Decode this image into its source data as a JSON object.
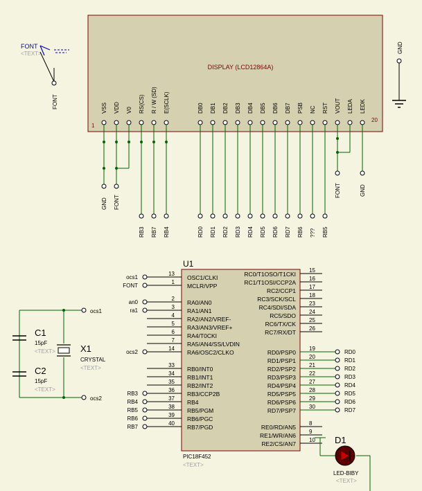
{
  "lcd": {
    "title": "DISPLAY (LCD12864A)",
    "pin_first": "1",
    "pin_last": "20",
    "pins": [
      "VSS",
      "VDD",
      "V0",
      "RS(CS)",
      "R / W (SD)",
      "E(SCLK)",
      "DB0",
      "DB1",
      "DB2",
      "DB3",
      "DB4",
      "DB5",
      "DB6",
      "DB7",
      "PSB",
      "NC",
      "RST",
      "VOUT",
      "LEDA",
      "LEDK"
    ],
    "nets_left": [
      "GND",
      "FONT"
    ],
    "nets_mid": [
      "RB3",
      "RB7",
      "RB4"
    ],
    "nets_data": [
      "RD0",
      "RD1",
      "RD2",
      "RD3",
      "RD4",
      "RD5",
      "RD6",
      "RD7",
      "RB6",
      "???",
      "RB5"
    ],
    "net_vout": "FONT",
    "net_ledk": "GND"
  },
  "font_terminal": {
    "label": "FONT",
    "text": "<TEXT>",
    "pin_label": "FONT"
  },
  "gnd_terminal": {
    "label": "GND"
  },
  "mcu": {
    "ref": "U1",
    "part": "PIC18F452",
    "text": "<TEXT>",
    "left_pins": [
      {
        "num": "13",
        "name": "OSC1/CLKI",
        "net": "ocs1"
      },
      {
        "num": "1",
        "name": "MCLR/VPP",
        "net": "FONT"
      },
      {
        "num": "2",
        "name": "RA0/AN0",
        "net": "an0"
      },
      {
        "num": "3",
        "name": "RA1/AN1",
        "net": "ra1"
      },
      {
        "num": "4",
        "name": "RA2/AN2/VREF-",
        "net": ""
      },
      {
        "num": "5",
        "name": "RA3/AN3/VREF+",
        "net": ""
      },
      {
        "num": "6",
        "name": "RA4/T0CKI",
        "net": ""
      },
      {
        "num": "7",
        "name": "RA5/AN4/SS/LVDIN",
        "net": ""
      },
      {
        "num": "14",
        "name": "RA6/OSC2/CLKO",
        "net": "ocs2"
      },
      {
        "num": "33",
        "name": "RB0/INT0",
        "net": ""
      },
      {
        "num": "34",
        "name": "RB1/INT1",
        "net": ""
      },
      {
        "num": "35",
        "name": "RB2/INT2",
        "net": ""
      },
      {
        "num": "36",
        "name": "RB3/CCP2B",
        "net": "RB3"
      },
      {
        "num": "37",
        "name": "RB4",
        "net": "RB4"
      },
      {
        "num": "38",
        "name": "RB5/PGM",
        "net": "RB5"
      },
      {
        "num": "39",
        "name": "RB6/PGC",
        "net": "RB6"
      },
      {
        "num": "40",
        "name": "RB7/PGD",
        "net": "RB7"
      }
    ],
    "right_pins": [
      {
        "num": "15",
        "name": "RC0/T1OSO/T1CKI",
        "net": ""
      },
      {
        "num": "16",
        "name": "RC1/T1OSI/CCP2A",
        "net": ""
      },
      {
        "num": "17",
        "name": "RC2/CCP1",
        "net": ""
      },
      {
        "num": "18",
        "name": "RC3/SCK/SCL",
        "net": ""
      },
      {
        "num": "23",
        "name": "RC4/SDI/SDA",
        "net": ""
      },
      {
        "num": "24",
        "name": "RC5/SDO",
        "net": ""
      },
      {
        "num": "25",
        "name": "RC6/TX/CK",
        "net": ""
      },
      {
        "num": "26",
        "name": "RC7/RX/DT",
        "net": ""
      },
      {
        "num": "19",
        "name": "RD0/PSP0",
        "net": "RD0"
      },
      {
        "num": "20",
        "name": "RD1/PSP1",
        "net": "RD1"
      },
      {
        "num": "21",
        "name": "RD2/PSP2",
        "net": "RD2"
      },
      {
        "num": "22",
        "name": "RD3/PSP3",
        "net": "RD3"
      },
      {
        "num": "27",
        "name": "RD4/PSP4",
        "net": "RD4"
      },
      {
        "num": "28",
        "name": "RD5/PSP5",
        "net": "RD5"
      },
      {
        "num": "29",
        "name": "RD6/PSP6",
        "net": "RD6"
      },
      {
        "num": "30",
        "name": "RD7/PSP7",
        "net": "RD7"
      },
      {
        "num": "8",
        "name": "RE0/RD/AN5",
        "net": ""
      },
      {
        "num": "9",
        "name": "RE1/WR/AN6",
        "net": ""
      },
      {
        "num": "10",
        "name": "RE2/CS/AN7",
        "net": ""
      }
    ]
  },
  "c1": {
    "ref": "C1",
    "value": "15pF",
    "text": "<TEXT>"
  },
  "c2": {
    "ref": "C2",
    "value": "15pF",
    "text": "<TEXT>"
  },
  "x1": {
    "ref": "X1",
    "value": "CRYSTAL",
    "text": "<TEXT>"
  },
  "osc_nets": {
    "ocs1": "ocs1",
    "ocs2": "ocs2"
  },
  "d1": {
    "ref": "D1",
    "value": "LED-BIBY",
    "text": "<TEXT>"
  },
  "colors": {
    "bg": "#f4f4e0",
    "body": "#d4d0b0",
    "wire": "#006400",
    "text": "#000080",
    "terminal": "#000000",
    "label": "#800000",
    "hint": "#a0a0a0",
    "led": "#8b0000"
  }
}
